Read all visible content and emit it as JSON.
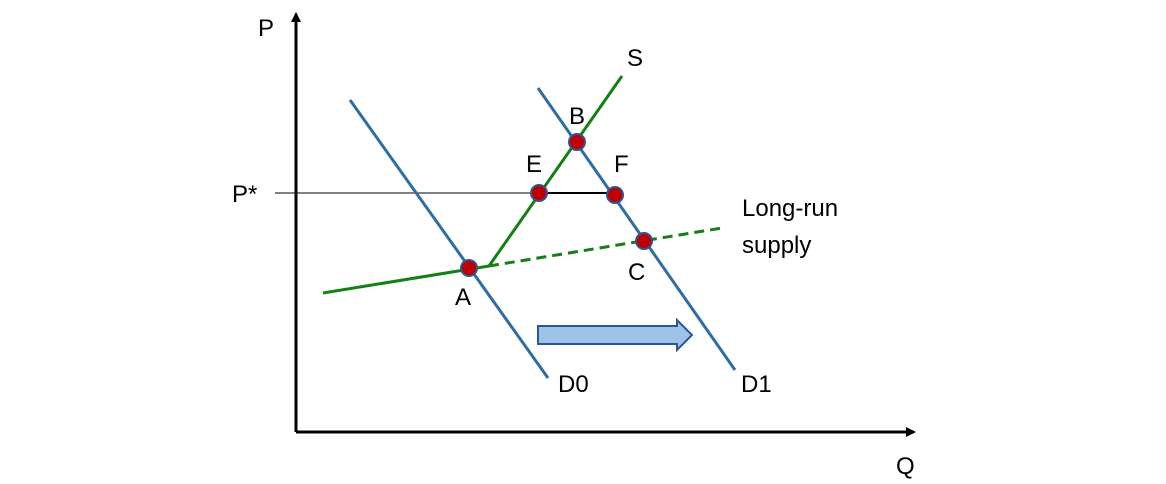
{
  "axes": {
    "y_label": "P",
    "x_label": "Q",
    "price_marker": "P*"
  },
  "curves": {
    "supply": "S",
    "long_run_supply_line1": "Long-run",
    "long_run_supply_line2": "supply",
    "demand_initial": "D0",
    "demand_new": "D1"
  },
  "points": {
    "a": "A",
    "b": "B",
    "c": "C",
    "e": "E",
    "f": "F"
  },
  "colors": {
    "demand": "#2e6da4",
    "supply": "#138013",
    "point_fill": "#c00000",
    "arrow_fill": "#9dc3e6",
    "arrow_stroke": "#2e5597"
  }
}
